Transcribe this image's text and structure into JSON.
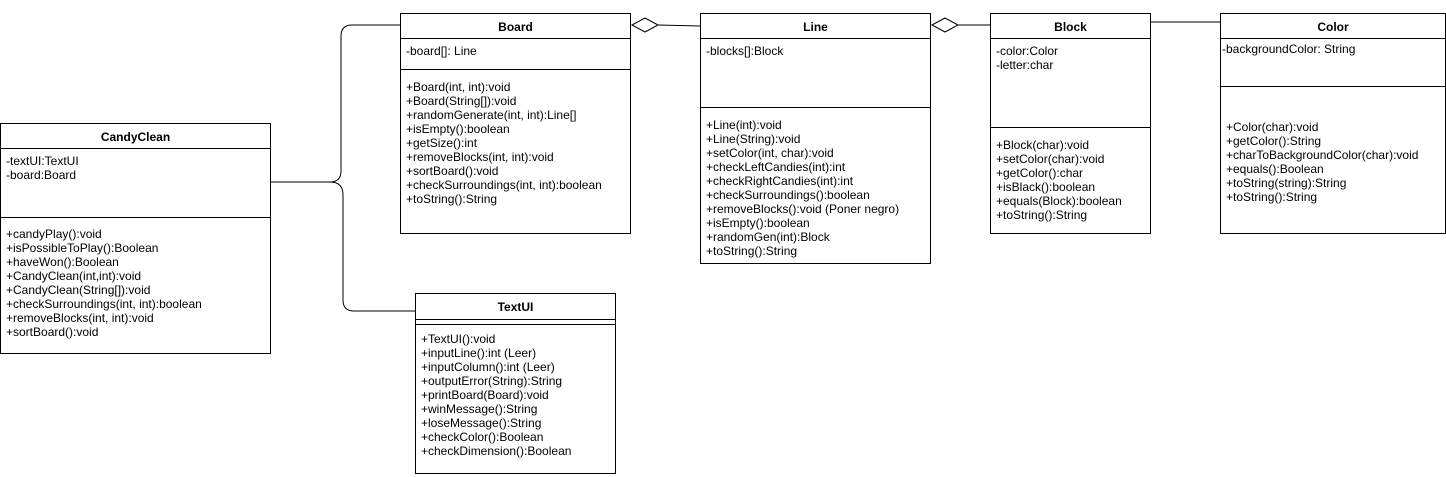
{
  "classes": {
    "candyclean": {
      "name": "CandyClean",
      "attributes": [
        "-textUI:TextUI",
        "-board:Board"
      ],
      "operations": [
        "+candyPlay():void",
        "+isPossibleToPlay():Boolean",
        "+haveWon():Boolean",
        "+CandyClean(int,int):void",
        "+CandyClean(String[]):void",
        "+checkSurroundings(int, int):boolean",
        "+removeBlocks(int, int):void",
        "+sortBoard():void"
      ]
    },
    "board": {
      "name": "Board",
      "attributes": [
        "-board[]: Line"
      ],
      "operations": [
        "+Board(int, int):void",
        "+Board(String[]):void",
        "+randomGenerate(int, int):Line[]",
        "+isEmpty():boolean",
        "+getSize():int",
        "+removeBlocks(int, int):void",
        "+sortBoard():void",
        "+checkSurroundings(int, int):boolean",
        "+toString():String"
      ]
    },
    "line": {
      "name": "Line",
      "attributes": [
        "-blocks[]:Block"
      ],
      "operations": [
        "+Line(int):void",
        "+Line(String):void",
        "+setColor(int, char):void",
        "+checkLeftCandies(int):int",
        "+checkRightCandies(int):int",
        "+checkSurroundings():boolean",
        "+removeBlocks():void (Poner negro)",
        "+isEmpty():boolean",
        "+randomGen(int):Block",
        "+toString():String"
      ]
    },
    "block": {
      "name": "Block",
      "attributes": [
        "-color:Color",
        "-letter:char"
      ],
      "operations": [
        "+Block(char):void",
        "+setColor(char):void",
        "+getColor():char",
        "+isBlack():boolean",
        "+equals(Block):boolean",
        "+toString():String"
      ]
    },
    "color": {
      "name": "Color",
      "attributes": [
        "-backgroundColor: String"
      ],
      "operations": [
        "+Color(char):void",
        "+getColor():String",
        "+charToBackgroundColor(char):void",
        "+equals():Boolean",
        "+toString(string):String",
        "+toString():String"
      ]
    },
    "textui": {
      "name": "TextUI",
      "attributes": [],
      "operations": [
        "+TextUI():void",
        "+inputLine():int (Leer)",
        "+inputColumn():int (Leer)",
        "+outputError(String):String",
        "+printBoard(Board):void",
        "+winMessage():String",
        "+loseMessage():String",
        "+checkColor():Boolean",
        "+checkDimension():Boolean"
      ]
    }
  },
  "relationships": [
    {
      "from": "board",
      "to": "line",
      "kind": "aggregation"
    },
    {
      "from": "line",
      "to": "block",
      "kind": "aggregation"
    },
    {
      "from": "block",
      "to": "color",
      "kind": "association"
    },
    {
      "from": "candyclean",
      "to": "board",
      "kind": "association"
    },
    {
      "from": "candyclean",
      "to": "textui",
      "kind": "association"
    }
  ]
}
